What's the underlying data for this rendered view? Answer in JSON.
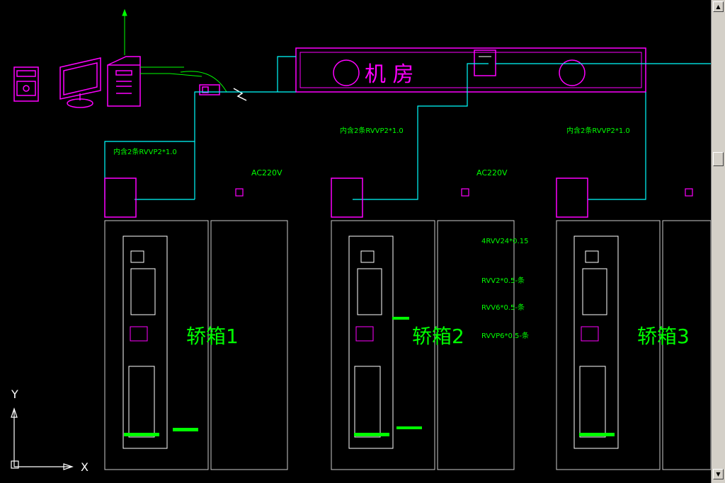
{
  "diagram": {
    "machine_room": "机 房",
    "cars": [
      "轿箱1",
      "轿箱2",
      "轿箱3"
    ],
    "ac_label": "AC220V",
    "cable_spec_1": "内含2条RVVP2*1.0",
    "cable_spec_2": "内含2条RVVP2*1.0",
    "wire_4rvv": "4RVV24*0.15",
    "wire_rvv2": "RVV2*0.5-条",
    "wire_rvv6": "RVV6*0.5-条",
    "wire_rvvp6": "RVVP6*0.5-条",
    "ucs_y": "Y",
    "ucs_x": "X"
  },
  "colors": {
    "background": "#000000",
    "cyan": "#00ffff",
    "green": "#00ff00",
    "magenta": "#ff00ff",
    "white": "#ffffff"
  },
  "scrollbar": {
    "up_icon": "arrow-up-icon",
    "down_icon": "arrow-down-icon"
  }
}
